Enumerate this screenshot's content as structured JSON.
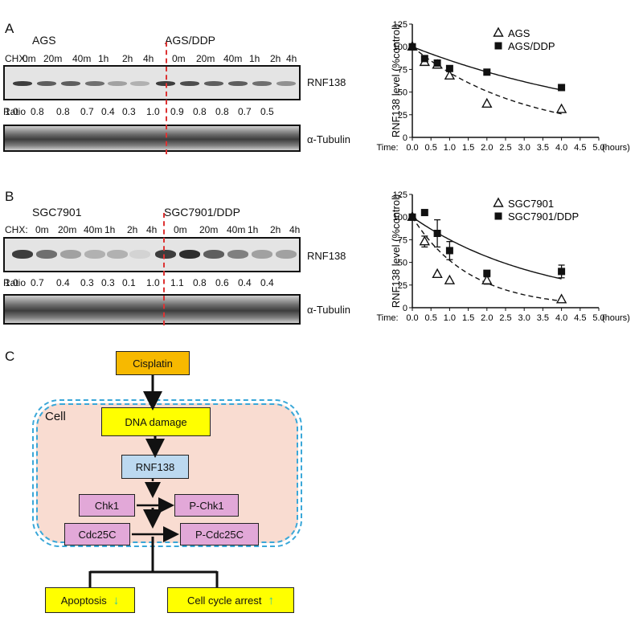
{
  "panel_a": {
    "letter": "A",
    "line1_label": "AGS",
    "line2_label": "AGS/DDP",
    "chx_label": "CHX:",
    "timepoints_line1": [
      "0m",
      "20m",
      "40m",
      "1h",
      "2h",
      "4h"
    ],
    "timepoints_line2": [
      "0m",
      "20m",
      "40m",
      "1h",
      "2h",
      "4h"
    ],
    "ratio_label": "Ratio",
    "ratios": [
      "1.0",
      "0.8",
      "0.8",
      "0.7",
      "0.4",
      "0.3",
      "1.0",
      "0.9",
      "0.8",
      "0.8",
      "0.7",
      "0.5"
    ],
    "band_label_top": "RNF138",
    "band_label_bottom": "α-Tubulin"
  },
  "panel_b": {
    "letter": "B",
    "line1_label": "SGC7901",
    "line2_label": "SGC7901/DDP",
    "chx_label": "CHX:",
    "timepoints_line1": [
      "0m",
      "20m",
      "40m",
      "1h",
      "2h",
      "4h"
    ],
    "timepoints_line2": [
      "0m",
      "20m",
      "40m",
      "1h",
      "2h",
      "4h"
    ],
    "ratio_label": "Ratio",
    "ratios": [
      "1.0",
      "0.7",
      "0.4",
      "0.3",
      "0.3",
      "0.1",
      "1.0",
      "1.1",
      "0.8",
      "0.6",
      "0.4",
      "0.4"
    ],
    "band_label_top": "RNF138",
    "band_label_bottom": "α-Tubulin"
  },
  "chart_data": [
    {
      "type": "scatter",
      "title": "",
      "ylabel": "RNF138 level (%control)",
      "xlabel": "Time:",
      "x_unit_label": "(hours)",
      "xlim": [
        0,
        5
      ],
      "ylim": [
        0,
        125
      ],
      "xticks": [
        "0.0",
        "0.5",
        "1.0",
        "1.5",
        "2.0",
        "2.5",
        "3.0",
        "3.5",
        "4.0",
        "4.5",
        "5.0"
      ],
      "yticks": [
        "0",
        "25",
        "50",
        "75",
        "100",
        "125"
      ],
      "legend_position": "top-right",
      "series": [
        {
          "name": "AGS",
          "marker": "open-triangle",
          "fit": "dashed",
          "x": [
            0,
            0.33,
            0.67,
            1,
            2,
            4
          ],
          "y": [
            100,
            83,
            80,
            68,
            37,
            31
          ]
        },
        {
          "name": "AGS/DDP",
          "marker": "filled-square",
          "fit": "solid",
          "x": [
            0,
            0.33,
            0.67,
            1,
            2,
            4
          ],
          "y": [
            100,
            87,
            82,
            76,
            72,
            55
          ]
        }
      ]
    },
    {
      "type": "scatter",
      "title": "",
      "ylabel": "RNF138 level (%control)",
      "xlabel": "Time:",
      "x_unit_label": "(hours)",
      "xlim": [
        0,
        5
      ],
      "ylim": [
        0,
        125
      ],
      "xticks": [
        "0.0",
        "0.5",
        "1.0",
        "1.5",
        "2.0",
        "2.5",
        "3.0",
        "3.5",
        "4.0",
        "4.5",
        "5.0"
      ],
      "yticks": [
        "0",
        "25",
        "50",
        "75",
        "100",
        "125"
      ],
      "legend_position": "top-right",
      "series": [
        {
          "name": "SGC7901",
          "marker": "open-triangle",
          "fit": "dashed",
          "x": [
            0,
            0.33,
            0.67,
            1,
            2,
            4
          ],
          "y": [
            100,
            73,
            37,
            30,
            30,
            9
          ],
          "err": [
            0,
            6,
            0,
            0,
            4,
            0
          ]
        },
        {
          "name": "SGC7901/DDP",
          "marker": "filled-square",
          "fit": "solid",
          "x": [
            0,
            0.33,
            0.67,
            1,
            2,
            4
          ],
          "y": [
            100,
            105,
            82,
            63,
            38,
            40
          ],
          "err": [
            0,
            0,
            15,
            10,
            0,
            7
          ]
        }
      ]
    }
  ],
  "panel_c": {
    "letter": "C",
    "cell_label": "Cell",
    "cisplatin": "Cisplatin",
    "dna_damage": "DNA damage",
    "rnf138": "RNF138",
    "chk1": "Chk1",
    "p_chk1": "P-Chk1",
    "cdc25c": "Cdc25C",
    "p_cdc25c": "P-Cdc25C",
    "apoptosis": "Apoptosis",
    "cell_cycle_arrest": "Cell cycle arrest",
    "colors": {
      "cisplatin_fill": "#f7b900",
      "yellow_fill": "#ffff00",
      "rnf138_fill": "#bcd9f0",
      "pink_fill": "#e2a8d8",
      "cell_fill": "#f9dcd1",
      "cell_border": "#3aa7d8",
      "down_arrow": "#2ec6a8"
    }
  }
}
